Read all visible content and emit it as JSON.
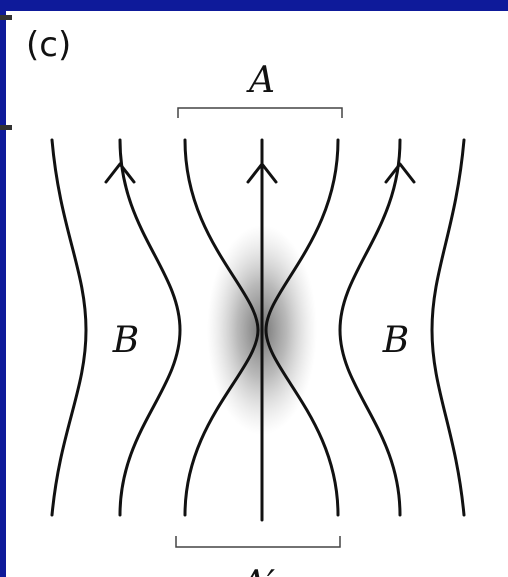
{
  "panel": {
    "label": "(c)"
  },
  "labels": {
    "top_region": "A",
    "bottom_region": "A′",
    "left_region": "B",
    "right_region": "B"
  },
  "colors": {
    "frame": "#0e1a9a",
    "lines": "#111111",
    "shading": "#7a7a7a"
  }
}
